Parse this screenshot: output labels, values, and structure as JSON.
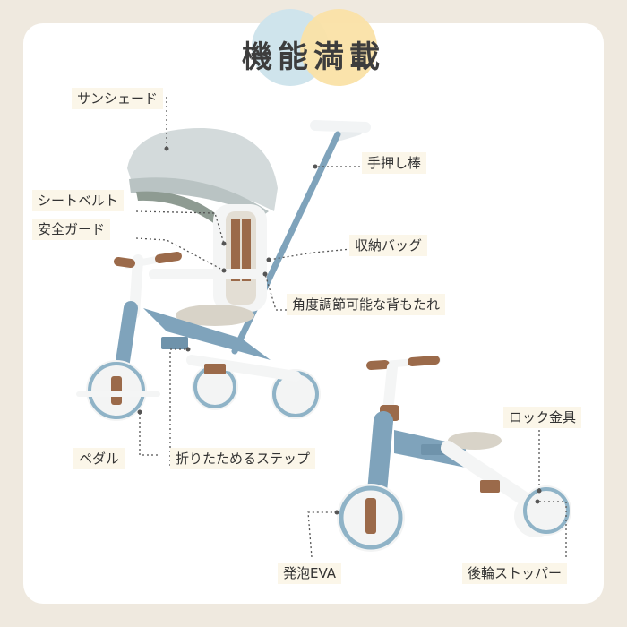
{
  "title": "機能満載",
  "labels": {
    "sunshade": "サンシェード",
    "push_bar": "手押し棒",
    "seatbelt": "シートベルト",
    "safety_guard": "安全ガード",
    "storage_bag": "収納バッグ",
    "backrest": "角度調節可能な背もたれ",
    "pedal": "ペダル",
    "folding_step": "折りたためるステップ",
    "lock_bracket": "ロック金具",
    "foam_eva": "発泡EVA",
    "rear_stopper": "後輪ストッパー"
  },
  "colors": {
    "background": "#efe9df",
    "card": "#ffffff",
    "frame_blue": "#7fa3bb",
    "canopy_gray": "#cfd6d6",
    "accent_brown": "#9b6a4a",
    "label_bg": "#fbf6e9"
  }
}
